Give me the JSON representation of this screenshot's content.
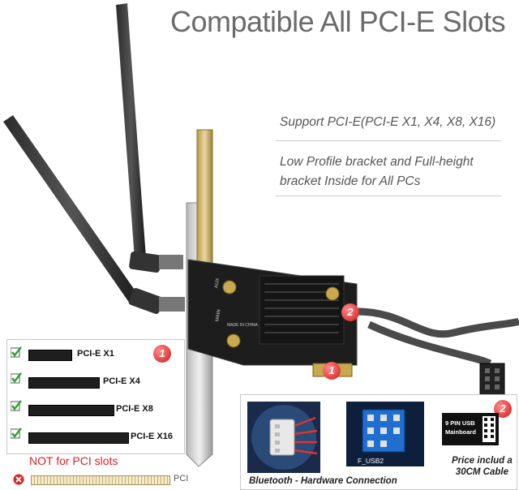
{
  "title": "Compatible All PCI-E Slots",
  "features": [
    "Support PCI-E(PCI-E X1, X4, X8, X16)",
    "Low Profile bracket and Full-height",
    "bracket Inside for All PCs"
  ],
  "slots": [
    {
      "label": "PCI-E X1"
    },
    {
      "label": "PCI-E X4"
    },
    {
      "label": "PCI-E X8"
    },
    {
      "label": "PCI-E X16"
    }
  ],
  "markers": {
    "one": "1",
    "two": "2"
  },
  "not_pci": "NOT for PCI slots",
  "pci_label": "PCI",
  "bluetooth_caption": "Bluetooth - Hardware Connection",
  "header_tag": "F_USB2",
  "usb_box": {
    "line1": "9 PIN USB",
    "line2": "Mainboard"
  },
  "price_note": {
    "line1": "Price includ a",
    "line2": "30CM Cable"
  },
  "board_text": {
    "main": "MAIN",
    "aux": "AUX",
    "made": "MADE IN CHINA"
  },
  "colors": {
    "accent_red": "#d01818",
    "title_gray": "#6b6b6b",
    "check_green": "#2aa52a"
  }
}
